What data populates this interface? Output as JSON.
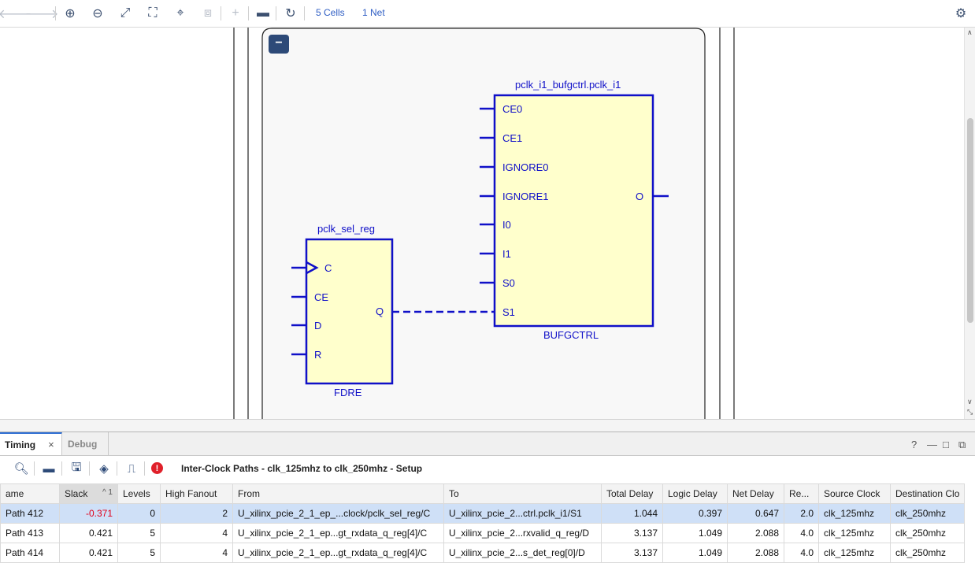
{
  "toolbar": {
    "cells_link": "5 Cells",
    "net_link": "1 Net",
    "icons": [
      "arrow-left-icon",
      "arrow-right-icon",
      "zoom-in-icon",
      "zoom-out-icon",
      "zoom-fit-icon",
      "zoom-selection-icon",
      "crosshair-icon",
      "expand-icon",
      "plus-icon",
      "minus-icon",
      "refresh-icon",
      "gear-icon"
    ]
  },
  "schematic": {
    "collapse_label": "−",
    "bufg": {
      "instance": "pclk_i1_bufgctrl.pclk_i1",
      "type": "BUFGCTRL",
      "pins_in": [
        "CE0",
        "CE1",
        "IGNORE0",
        "IGNORE1",
        "I0",
        "I1",
        "S0",
        "S1"
      ],
      "pin_out": "O"
    },
    "fdre": {
      "instance": "pclk_sel_reg",
      "type": "FDRE",
      "pins_in": [
        "C",
        "CE",
        "D",
        "R"
      ],
      "pin_out": "Q"
    }
  },
  "panel": {
    "tabs": [
      {
        "label": "Timing",
        "active": true
      },
      {
        "label": "Debug",
        "active": false
      }
    ],
    "tab_close": "×",
    "controls": [
      "?",
      "—",
      "□",
      "⧉"
    ],
    "title": "Inter-Clock Paths - clk_125mhz to clk_250mhz - Setup",
    "columns": [
      "ame",
      "Slack",
      "Levels",
      "High Fanout",
      "From",
      "To",
      "Total Delay",
      "Logic Delay",
      "Net Delay",
      "Re...",
      "Source Clock",
      "Destination Clo"
    ],
    "sort_indicator": "^ 1",
    "rows": [
      {
        "name": "Path 412",
        "slack": "-0.371",
        "levels": "0",
        "fanout": "2",
        "from": "U_xilinx_pcie_2_1_ep_...clock/pclk_sel_reg/C",
        "to": "U_xilinx_pcie_2...ctrl.pclk_i1/S1",
        "total": "1.044",
        "logic": "0.397",
        "net": "0.647",
        "req": "2.0",
        "src": "clk_125mhz",
        "dst": "clk_250mhz"
      },
      {
        "name": "Path 413",
        "slack": "0.421",
        "levels": "5",
        "fanout": "4",
        "from": "U_xilinx_pcie_2_1_ep...gt_rxdata_q_reg[4]/C",
        "to": "U_xilinx_pcie_2...rxvalid_q_reg/D",
        "total": "3.137",
        "logic": "1.049",
        "net": "2.088",
        "req": "4.0",
        "src": "clk_125mhz",
        "dst": "clk_250mhz"
      },
      {
        "name": "Path 414",
        "slack": "0.421",
        "levels": "5",
        "fanout": "4",
        "from": "U_xilinx_pcie_2_1_ep...gt_rxdata_q_reg[4]/C",
        "to": "U_xilinx_pcie_2...s_det_reg[0]/D",
        "total": "3.137",
        "logic": "1.049",
        "net": "2.088",
        "req": "4.0",
        "src": "clk_125mhz",
        "dst": "clk_250mhz"
      }
    ]
  }
}
